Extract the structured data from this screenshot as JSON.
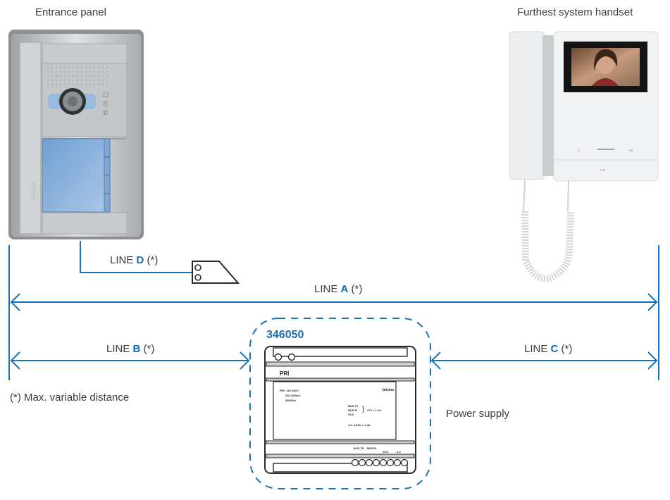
{
  "labels": {
    "entrance_panel": "Entrance panel",
    "handset": "Furthest system handset",
    "power_supply": "Power supply",
    "footnote": "(*) Max. variable distance",
    "model_number": "346050"
  },
  "lines": {
    "a": {
      "prefix": "LINE ",
      "letter": "A",
      "suffix": " (*)"
    },
    "b": {
      "prefix": "LINE ",
      "letter": "B",
      "suffix": " (*)"
    },
    "c": {
      "prefix": "LINE ",
      "letter": "C",
      "suffix": " (*)"
    },
    "d": {
      "prefix": "LINE ",
      "letter": "D",
      "suffix": " (*)"
    }
  },
  "power_supply_panel": {
    "top_label": "PRI",
    "input_spec": [
      "PRI: 110-240V~",
      "230-400mA",
      "50/60Hz"
    ],
    "outputs": [
      "BUS TK",
      "BUS PI",
      "SCS"
    ],
    "output_rating": "27V = 1.2A",
    "aux_rating": "3-4: 28.8V = 1.2A",
    "terminals": [
      "BUS TK",
      "BUS PI",
      "SCS",
      "3-4"
    ],
    "brand": "bticino"
  },
  "colors": {
    "accent": "#1a72b8",
    "text": "#3c3c3c"
  }
}
